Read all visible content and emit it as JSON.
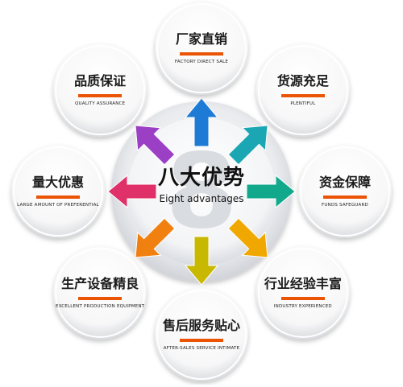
{
  "diagram": {
    "center": {
      "title": "八大优势",
      "subtitle": "Eight advantages",
      "watermark_glyph": "8"
    },
    "items": [
      {
        "id": "factory-direct",
        "title": "厂家直销",
        "subtitle": "FACTORY DIRECT SALE",
        "arrow_color": "#1d7bd6"
      },
      {
        "id": "plentiful",
        "title": "货源充足",
        "subtitle": "PLENTIFUL",
        "arrow_color": "#1aa7b3"
      },
      {
        "id": "funds-safeguard",
        "title": "资金保障",
        "subtitle": "FUNDS SAFEGUARD",
        "arrow_color": "#12a88c"
      },
      {
        "id": "industry-experienced",
        "title": "行业经验丰富",
        "subtitle": "INDUSTRY EXPERIENCED",
        "arrow_color": "#f0a800"
      },
      {
        "id": "after-sales",
        "title": "售后服务贴心",
        "subtitle": "AFTER-SALES SERVICE INTIMATE",
        "arrow_color": "#c9b800"
      },
      {
        "id": "production-equipment",
        "title": "生产设备精良",
        "subtitle": "EXCELLENT PRODUCTION EQUIPMENT",
        "arrow_color": "#f08010"
      },
      {
        "id": "preferential",
        "title": "量大优惠",
        "subtitle": "LARGE AMOUNT OF PREFERENTIAL",
        "arrow_color": "#e0306a"
      },
      {
        "id": "quality-assurance",
        "title": "品质保证",
        "subtitle": "QUALITY ASSURANCE",
        "arrow_color": "#9b3fc4"
      }
    ],
    "accent_color": "#ea5404"
  }
}
